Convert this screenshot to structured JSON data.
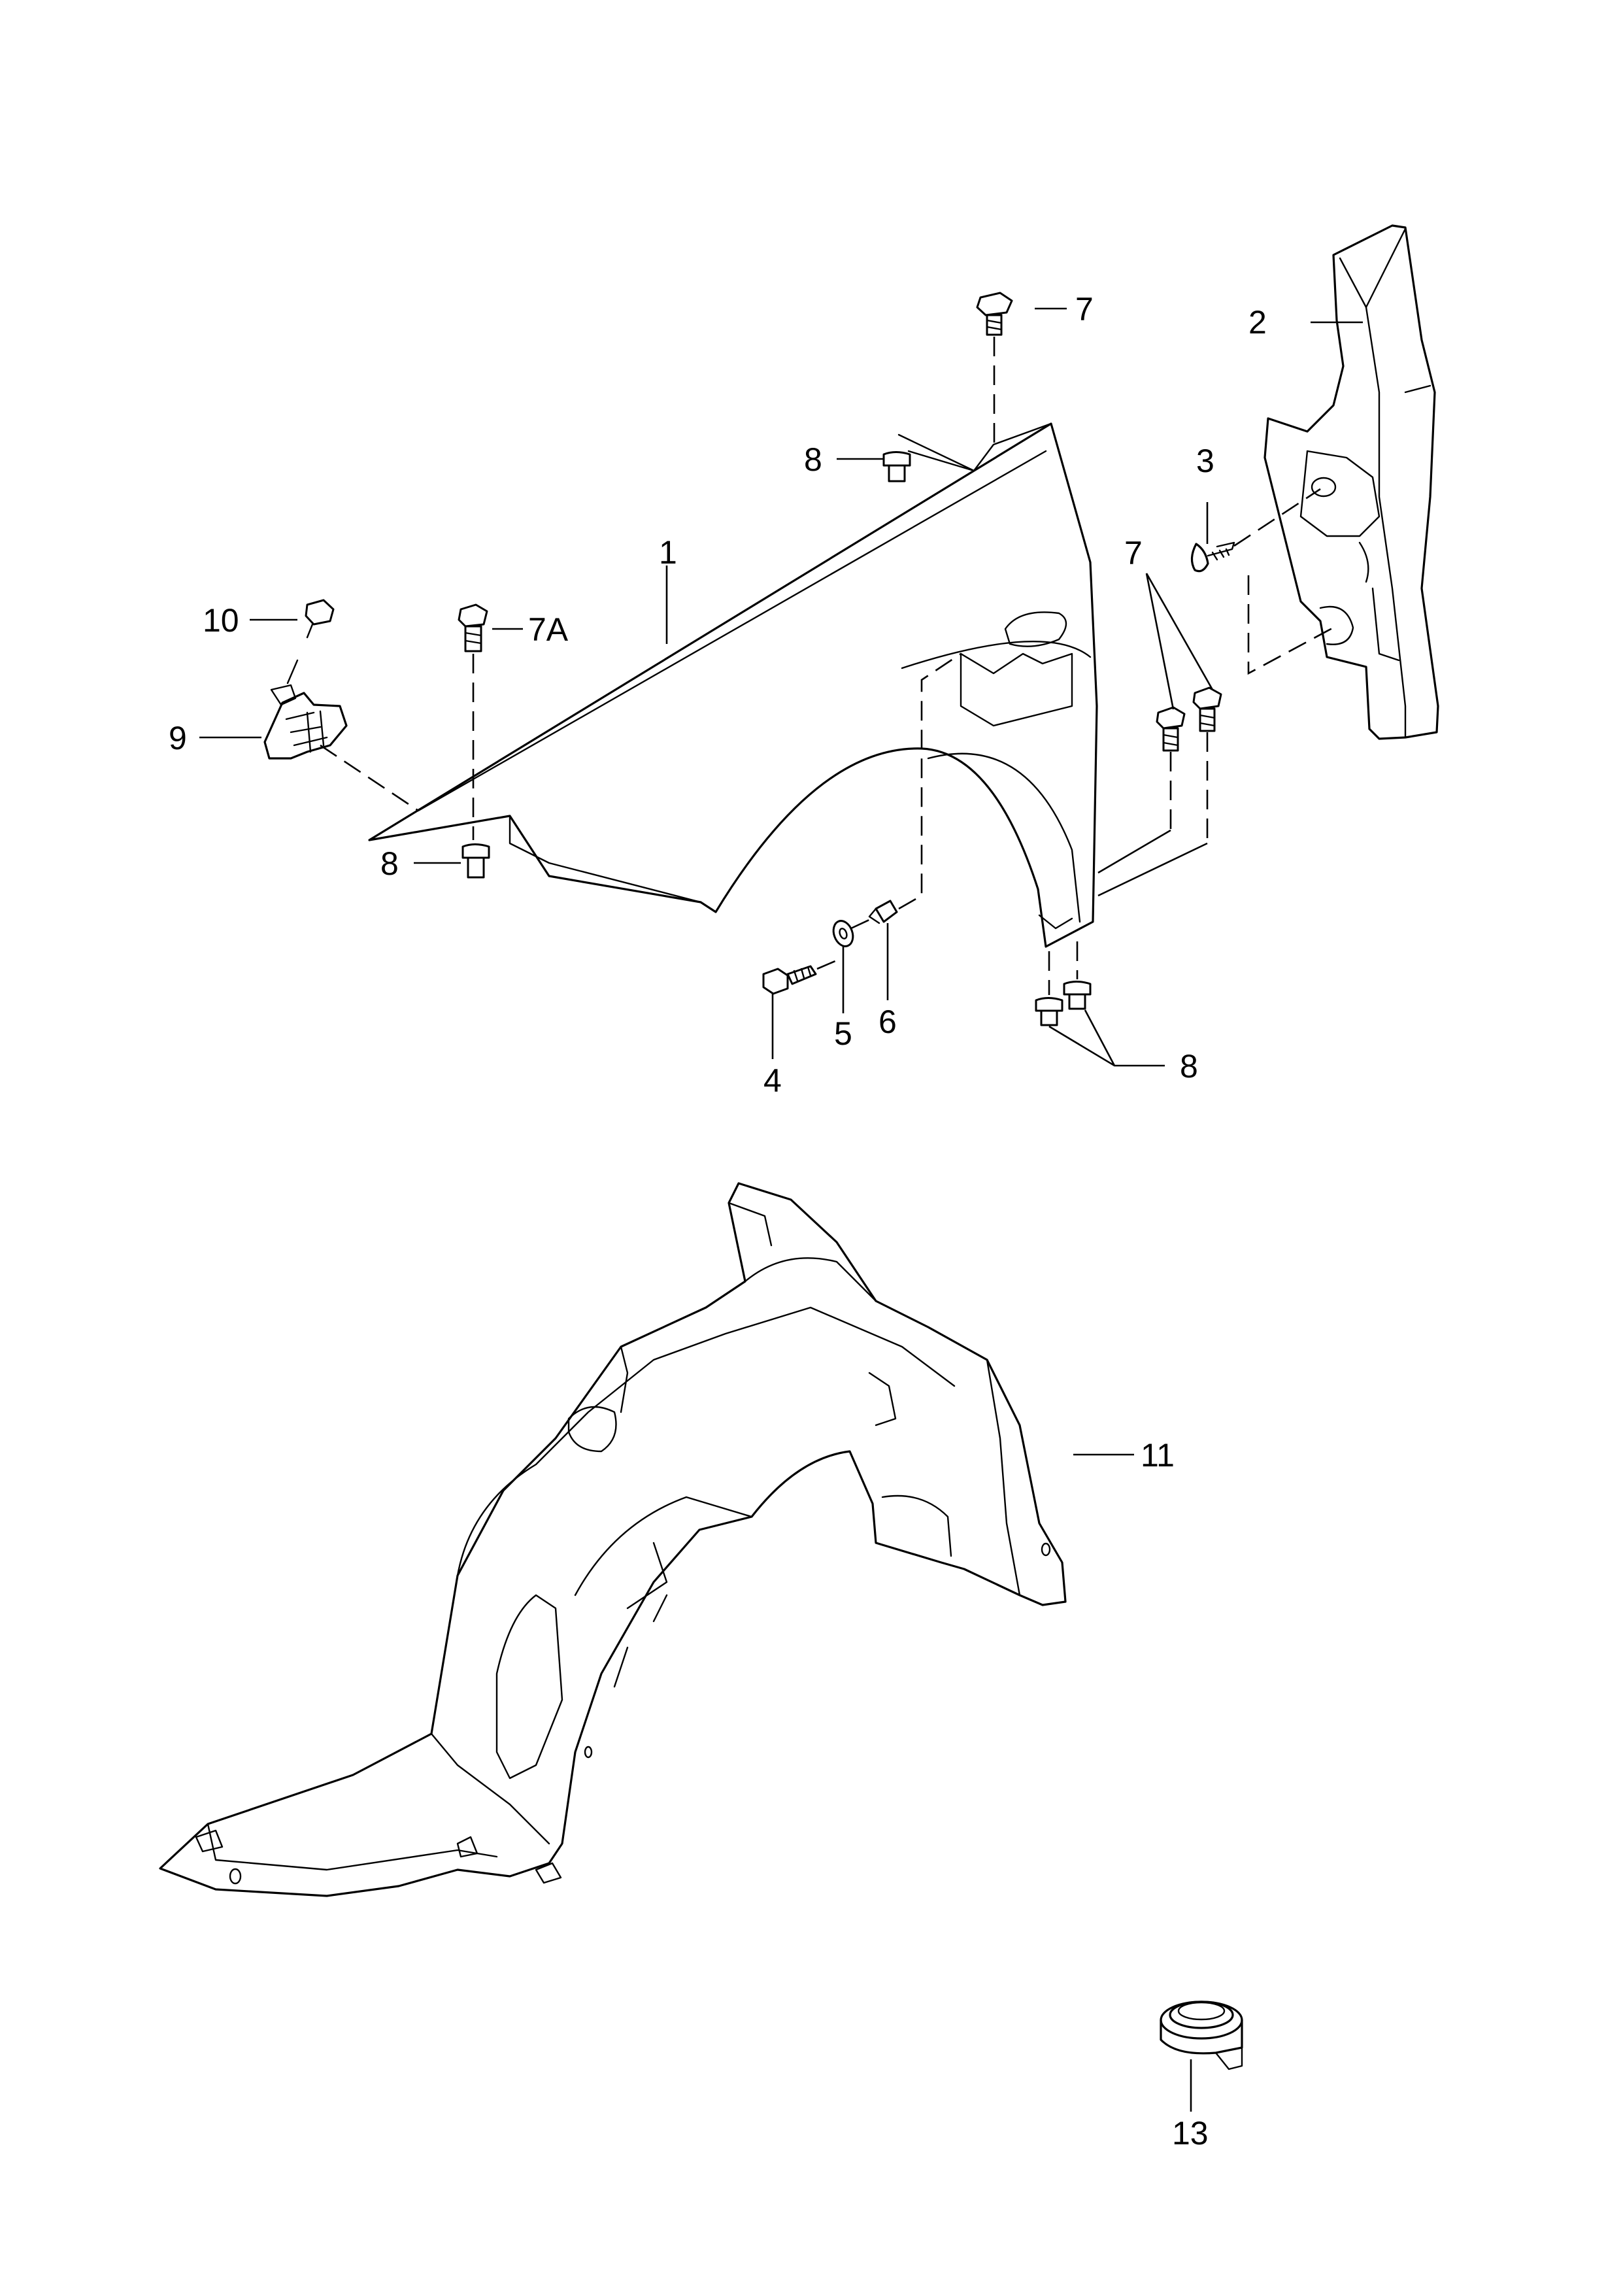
{
  "callouts": {
    "c1": "1",
    "c2": "2",
    "c3": "3",
    "c4": "4",
    "c5": "5",
    "c6": "6",
    "c7_top": "7",
    "c7_right": "7",
    "c7a": "7A",
    "c8_top": "8",
    "c8_left": "8",
    "c8_bottom": "8",
    "c9": "9",
    "c10": "10",
    "c11": "11",
    "c13": "13"
  },
  "colors": {
    "line": "#000000",
    "background": "#ffffff"
  }
}
